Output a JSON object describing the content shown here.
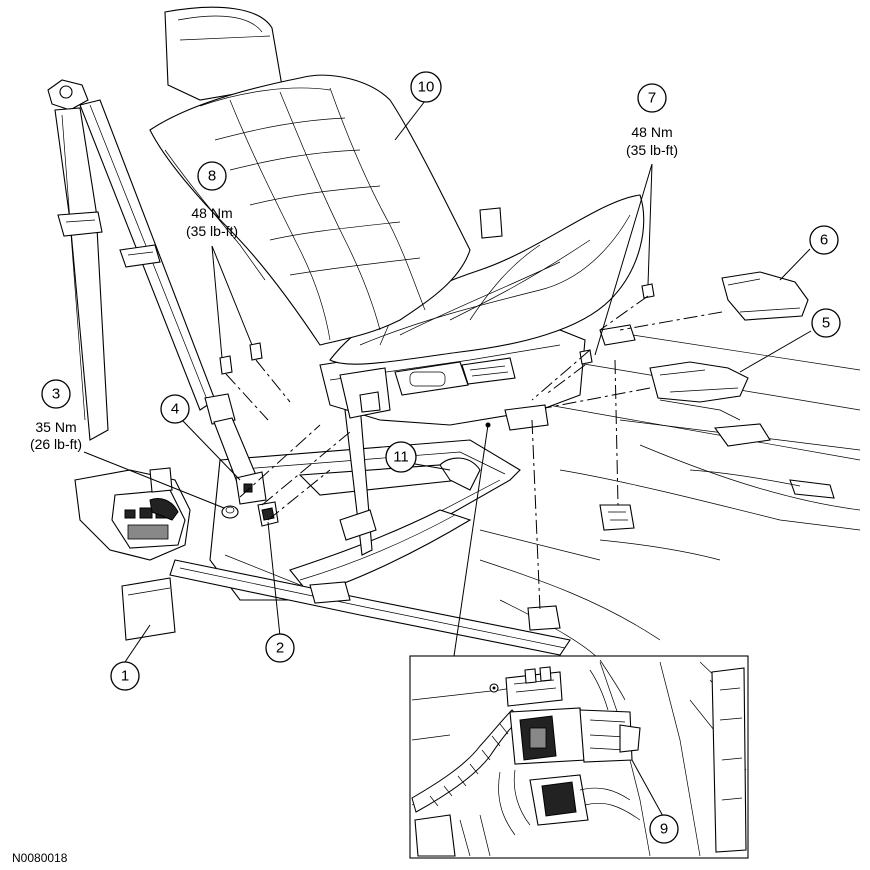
{
  "callouts": [
    {
      "id": "callout-1",
      "label": "1"
    },
    {
      "id": "callout-2",
      "label": "2"
    },
    {
      "id": "callout-3",
      "label": "3"
    },
    {
      "id": "callout-4",
      "label": "4"
    },
    {
      "id": "callout-5",
      "label": "5"
    },
    {
      "id": "callout-6",
      "label": "6"
    },
    {
      "id": "callout-7",
      "label": "7"
    },
    {
      "id": "callout-8",
      "label": "8"
    },
    {
      "id": "callout-9",
      "label": "9"
    },
    {
      "id": "callout-10",
      "label": "10"
    },
    {
      "id": "callout-11",
      "label": "11"
    }
  ],
  "torque": {
    "item3": {
      "nm": "35 Nm",
      "lbft": "(26 lb-ft)"
    },
    "item7": {
      "nm": "48 Nm",
      "lbft": "(35 lb-ft)"
    },
    "item8": {
      "nm": "48 Nm",
      "lbft": "(35 lb-ft)"
    }
  },
  "figure_id": "N0080018"
}
